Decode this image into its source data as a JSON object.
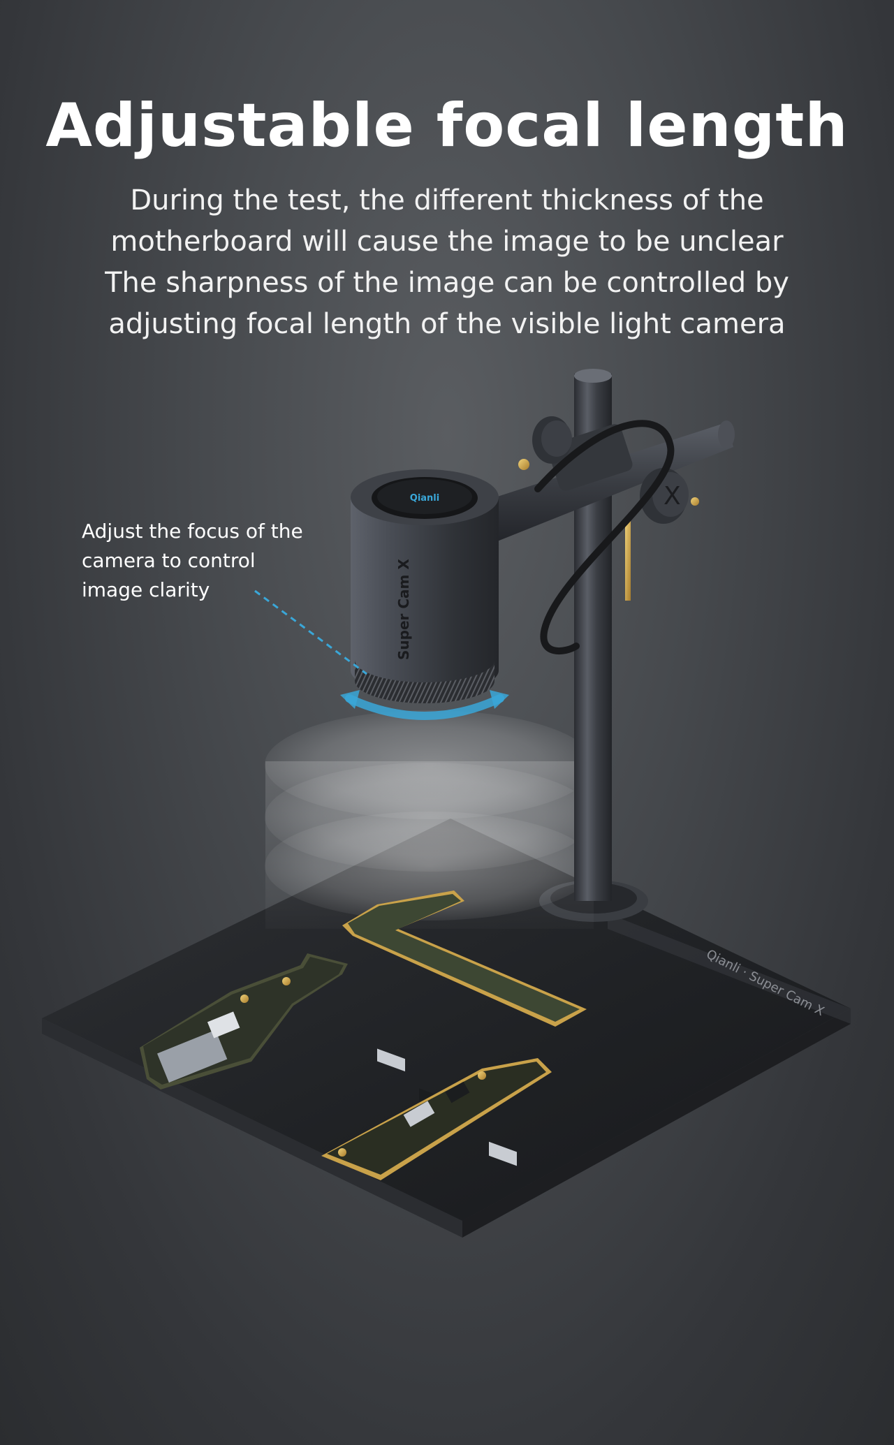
{
  "headline": "Adjustable focal length",
  "description": {
    "lines": [
      "During the test, the different thickness of the",
      "motherboard will cause the image to be unclear",
      "The sharpness of the image can be controlled by",
      "adjusting focal length of the visible light camera"
    ]
  },
  "callout": {
    "lines": [
      "Adjust the focus of the",
      "camera to control",
      "image clarity"
    ]
  },
  "product": {
    "camera_brand_text": "Qianli",
    "camera_model_text": "Super Cam X",
    "base_brand_text": "Qianli · Super Cam X",
    "colors": {
      "accent": "#3aa7d8",
      "gold": "#c9a24a",
      "board_green": "#3c4a2f",
      "metal_dark": "#2a2c30"
    }
  }
}
